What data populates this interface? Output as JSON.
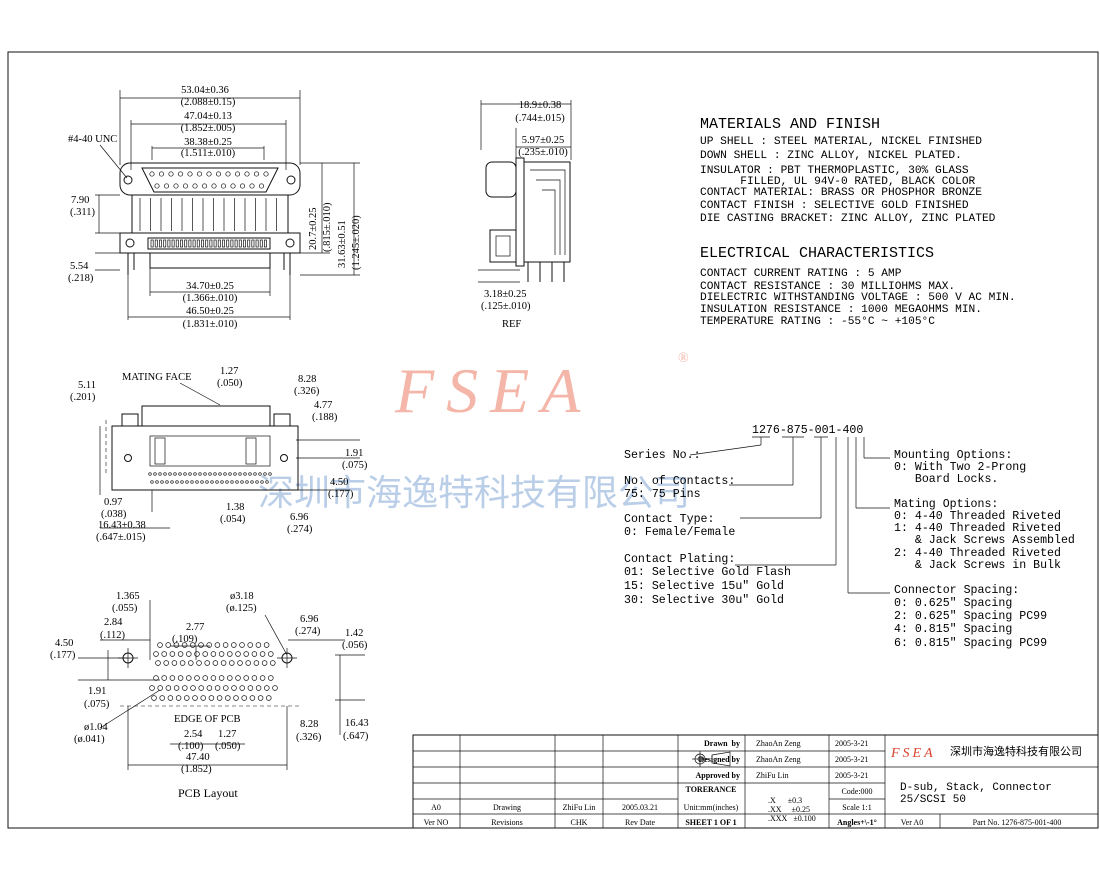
{
  "watermark": {
    "brand": "FSEA",
    "reg": "®",
    "company_cn": "深圳市海逸特科技有限公司"
  },
  "top_view": {
    "d1": "53.04±0.36",
    "d1i": "(2.088±0.15)",
    "d2": "47.04±0.13",
    "d2i": "(1.852±.005)",
    "d3": "38.38±0.25",
    "d3i": "(1.511±.010)",
    "unc": "#4-40 UNC",
    "d4": "7.90",
    "d4i": "(.311)",
    "d5": "5.54",
    "d5i": "(.218)",
    "d6": "34.70±0.25",
    "d6i": "(1.366±.010)",
    "d7": "46.50±0.25",
    "d7i": "(1.831±.010)",
    "v1": "20.7±0.25",
    "v1i": "(.815±.010)",
    "v2": "31.63±0.51",
    "v2i": "(1.245±.020)"
  },
  "side_view": {
    "d1": "18.9±0.38",
    "d1i": "(.744±.015)",
    "d2": "5.97±0.25",
    "d2i": "(.235±.010)",
    "d3": "3.18±0.25",
    "d3i": "(.125±.010)",
    "ref": "REF"
  },
  "front_view": {
    "mating": "MATING FACE",
    "d1": "1.27",
    "d1i": "(.050)",
    "d2": "8.28",
    "d2i": "(.326)",
    "d3": "5.11",
    "d3i": "(.201)",
    "d4": "4.77",
    "d4i": "(.188)",
    "d5": "1.91",
    "d5i": "(.075)",
    "d6": "4.50",
    "d6i": "(.177)",
    "d7": "0.97",
    "d7i": "(.038)",
    "d8": "16.43±0.38",
    "d8i": "(.647±.015)",
    "d9": "1.38",
    "d9i": "(.054)",
    "d10": "6.96",
    "d10i": "(.274)"
  },
  "pcb_view": {
    "d1": "1.365",
    "d1i": "(.055)",
    "d2": "2.84",
    "d2i": "(.112)",
    "d3": "2.77",
    "d3i": "(.109)",
    "d4": "ø3.18",
    "d4i": "(ø.125)",
    "d5": "6.96",
    "d5i": "(.274)",
    "d6": "1.42",
    "d6i": "(.056)",
    "d7": "4.50",
    "d7i": "(.177)",
    "d8": "1.91",
    "d8i": "(.075)",
    "edge": "EDGE OF PCB",
    "d9": "ø1.04",
    "d9i": "(ø.041)",
    "d10": "2.54",
    "d10i": "(.100)",
    "d11": "1.27",
    "d11i": "(.050)",
    "d12": "8.28",
    "d12i": "(.326)",
    "d13": "16.43",
    "d13i": "(.647)",
    "d14": "47.40",
    "d14i": "(1.852)",
    "caption": "PCB Layout"
  },
  "materials": {
    "title": "MATERIALS AND FINISH",
    "lines": [
      "UP SHELL : STEEL MATERIAL, NICKEL FINISHED",
      "DOWN SHELL : ZINC ALLOY, NICKEL PLATED.",
      "INSULATOR : PBT THERMOPLASTIC, 30% GLASS",
      "      FILLED, UL 94V-0 RATED, BLACK COLOR",
      "CONTACT MATERIAL: BRASS OR PHOSPHOR BRONZE",
      "CONTACT FINISH : SELECTIVE GOLD FINISHED",
      "DIE CASTING BRACKET: ZINC ALLOY, ZINC PLATED"
    ]
  },
  "electrical": {
    "title": "ELECTRICAL CHARACTERISTICS",
    "lines": [
      "CONTACT CURRENT RATING : 5 AMP",
      "CONTACT RESISTANCE : 30 MILLIOHMS MAX.",
      "DIELECTRIC WITHSTANDING VOLTAGE : 500 V AC MIN.",
      "INSULATION RESISTANCE : 1000 MEGAOHMS MIN.",
      "TEMPERATURE RATING : -55°C ~ +105°C"
    ]
  },
  "part_code": {
    "number": "1276-875-001-400",
    "left": [
      "Series No.:",
      "No. of Contacts:",
      "75: 75 Pins",
      "Contact Type:",
      "0: Female/Female",
      "Contact Plating:",
      "01: Selective Gold Flash",
      "15: Selective 15u\" Gold",
      "30: Selective 30u\" Gold"
    ],
    "right": [
      "Mounting Options:",
      "0: With Two 2-Prong",
      "   Board Locks.",
      "Mating Options:",
      "0: 4-40 Threaded Riveted",
      "1: 4-40 Threaded Riveted",
      "   & Jack Screws Assembled",
      "2: 4-40 Threaded Riveted",
      "   & Jack Screws in Bulk",
      "Connector Spacing:",
      "0: 0.625\" Spacing",
      "2: 0.625\" Spacing PC99",
      "4: 0.815\" Spacing",
      "6: 0.815\" Spacing PC99"
    ]
  },
  "title_block": {
    "drawn_label": "Drawn  by",
    "drawn_name": "ZhaoAn Zeng",
    "drawn_date": "2005-3-21",
    "designed_label": "Designed by",
    "designed_name": "ZhaoAn Zeng",
    "designed_date": "2005-3-21",
    "approved_label": "Approved by",
    "approved_name": "ZhiFu Lin",
    "approved_date": "2005-3-21",
    "tolerance": "TORERANCE",
    "code": "Code:000",
    "tol1": ".X      ±0.3",
    "tol2": ".XX     ±0.25",
    "tol3": ".XXX   ±0.100",
    "scale": "Scale 1:1",
    "units": "Unit:mm(inches)",
    "sheet": "SHEET 1 OF 1",
    "angles": "Angles+\\-1°",
    "rev_ver": "A0",
    "rev_desc": "Drawing",
    "rev_chk": "ZhiFu Lin",
    "rev_date": "2005.03.21",
    "h_ver": "Ver NO",
    "h_rev": "Revisions",
    "h_chk": "CHK",
    "h_date": "Rev Date",
    "brand": "FSEA",
    "company": "深圳市海逸特科技有限公司",
    "desc1": "D-sub, Stack, Connector",
    "desc2": "25/SCSI 50",
    "ver": "Ver A0",
    "partno": "Part No. 1276-875-001-400"
  }
}
